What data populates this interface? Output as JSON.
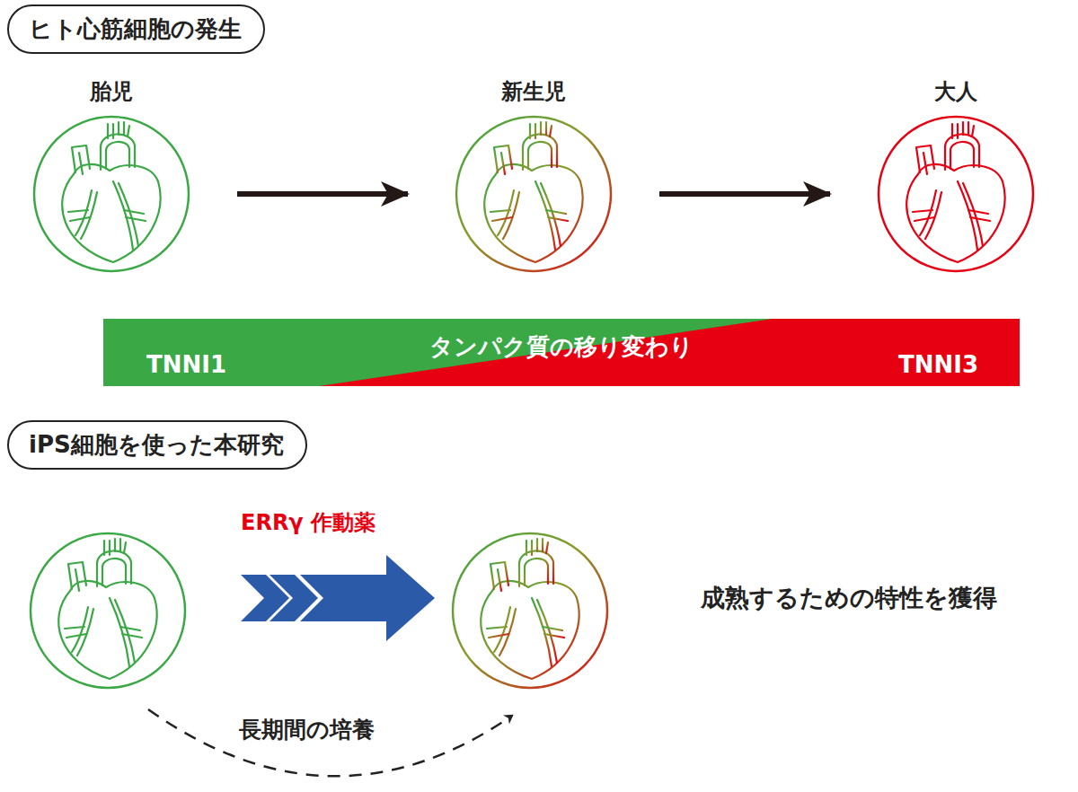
{
  "diagram": {
    "nodes": [
      {
        "text": [
          "ヒト心筋細胞の発生"
        ]
      },
      {
        "text": [
          "胎児"
        ]
      },
      {
        "text": [
          "新生児"
        ]
      },
      {
        "text": [
          "大人"
        ]
      },
      {
        "text": [
          "TNNI1",
          "タンパク質の移り変わり",
          "TNNI3"
        ]
      },
      {
        "text": [
          "iPS細胞を使った本研究"
        ]
      }
    ],
    "edges": [
      {
        "from": 1,
        "to": 2,
        "arrow": "to"
      },
      {
        "from": 2,
        "to": 3,
        "arrow": "to"
      }
    ],
    "labels": [
      "ERRγ 作動薬",
      "成熟するための特性を獲得",
      "長期間の培養"
    ]
  }
}
